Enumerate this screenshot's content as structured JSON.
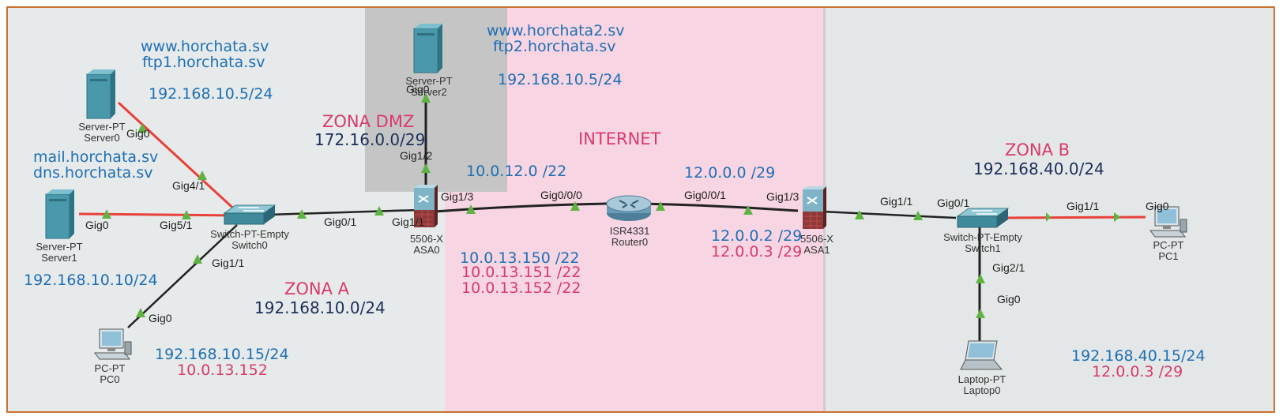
{
  "zones": {
    "dmz": {
      "name": "ZONA DMZ",
      "network": "172.16.0.0/29"
    },
    "internet": {
      "name": "INTERNET"
    },
    "a": {
      "name": "ZONA A",
      "network": "192.168.10.0/24"
    },
    "b": {
      "name": "ZONA B",
      "network": "192.168.40.0/24"
    }
  },
  "dns_labels": {
    "server0_www": "www.horchata.sv",
    "server0_ftp": "ftp1.horchata.sv",
    "server0_ip": "192.168.10.5/24",
    "server1_mail": "mail.horchata.sv",
    "server1_dns": "dns.horchata.sv",
    "server1_ip": "192.168.10.10/24",
    "server2_www": "www.horchata2.sv",
    "server2_ftp": "ftp2.horchata.sv",
    "server2_ip": "192.168.10.5/24"
  },
  "ips": {
    "asa0_net": "10.0.12.0 /22",
    "asa0_ip1": "10.0.13.150 /22",
    "asa0_ip2": "10.0.13.151 /22",
    "asa0_ip3": "10.0.13.152 /22",
    "router_net": "12.0.0.0 /29",
    "asa1_ip1": "12.0.0.2 /29",
    "asa1_ip2": "12.0.0.3 /29",
    "pc0_ip": "192.168.10.15/24",
    "pc0_nat": "10.0.13.152",
    "laptop_ip": "192.168.40.15/24",
    "laptop_nat": "12.0.0.3 /29"
  },
  "devices": {
    "server0": {
      "type": "Server-PT",
      "name": "Server0"
    },
    "server1": {
      "type": "Server-PT",
      "name": "Server1"
    },
    "server2": {
      "type": "Server-PT",
      "name": "Server2"
    },
    "switch0": {
      "type": "Switch-PT-Empty",
      "name": "Switch0"
    },
    "switch1": {
      "type": "Switch-PT-Empty",
      "name": "Switch1"
    },
    "asa0": {
      "type": "5506-X",
      "name": "ASA0"
    },
    "asa1": {
      "type": "5506-X",
      "name": "ASA1"
    },
    "router0": {
      "type": "ISR4331",
      "name": "Router0"
    },
    "pc0": {
      "type": "PC-PT",
      "name": "PC0"
    },
    "pc1": {
      "type": "PC-PT",
      "name": "PC1"
    },
    "laptop0": {
      "type": "Laptop-PT",
      "name": "Laptop0"
    }
  },
  "ports": {
    "server0_gig0": "Gig0",
    "sw0_gig41": "Gig4/1",
    "server1_gig0": "Gig0",
    "sw0_gig51": "Gig5/1",
    "sw0_gig01": "Gig0/1",
    "sw0_gig11": "Gig1/1",
    "pc0_gig0": "Gig0",
    "server2_gig0": "Gig0",
    "asa0_gig12": "Gig1/2",
    "asa0_gig11": "Gig1/1",
    "asa0_gig13": "Gig1/3",
    "r0_gig000": "Gig0/0/0",
    "r0_gig001": "Gig0/0/1",
    "asa1_gig13": "Gig1/3",
    "asa1_gig11": "Gig1/1",
    "sw1_gig01": "Gig0/1",
    "sw1_gig11": "Gig1/1",
    "pc1_gig0": "Gig0",
    "sw1_gig21": "Gig2/1",
    "laptop_gig0": "Gig0"
  },
  "colors": {
    "border": "#c9712f",
    "dmz": "#c5c5c5",
    "internet": "#f7d5e2",
    "blue_text": "#1f6fb4",
    "pink_text": "#d83a6c",
    "link_red": "#e8413a",
    "link_dark": "#222222",
    "port_green": "#5fb342"
  }
}
